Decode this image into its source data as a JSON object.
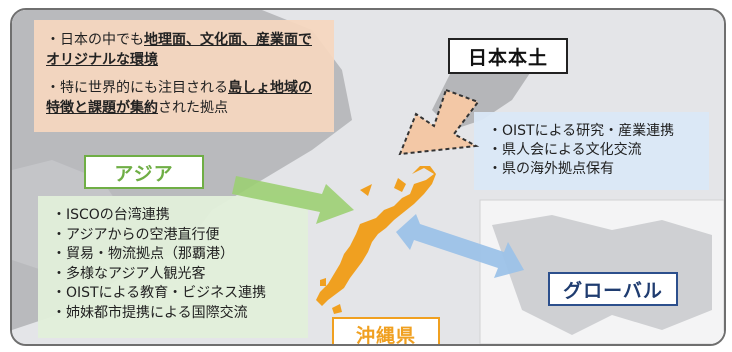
{
  "colors": {
    "asia_green": "#6fae45",
    "okinawa_orange": "#f0a020",
    "global_blue": "#2c4f8c",
    "mainland_box": "#f6d7be",
    "mainland_arrow": "#f3c8a6",
    "oist_box": "#dae8f7",
    "asia_box": "#e2efda",
    "globe_arrow": "#9cc2e8"
  },
  "labels": {
    "mainland": "日本本土",
    "asia": "アジア",
    "okinawa": "沖縄県",
    "global": "グローバル"
  },
  "top_left_box": {
    "p1_prefix": "・日本の中でも",
    "p1_bold": "地理面、文化面、産業面でオリジナルな環境",
    "p2_prefix": "・特に世界的にも注目される",
    "p2_bold": "島しょ地域の特徴と課題が集約",
    "p2_suffix": "された拠点"
  },
  "right_box": {
    "items": [
      "・OISTによる研究・産業連携",
      "・県人会による文化交流",
      "・県の海外拠点保有"
    ]
  },
  "left_box": {
    "items": [
      "・ISCOの台湾連携",
      "・アジアからの空港直行便",
      "・貿易・物流拠点（那覇港）",
      "・多様なアジア人観光客",
      "・OISTによる教育・ビジネス連携",
      "・姉妹都市提携による国際交流"
    ]
  }
}
